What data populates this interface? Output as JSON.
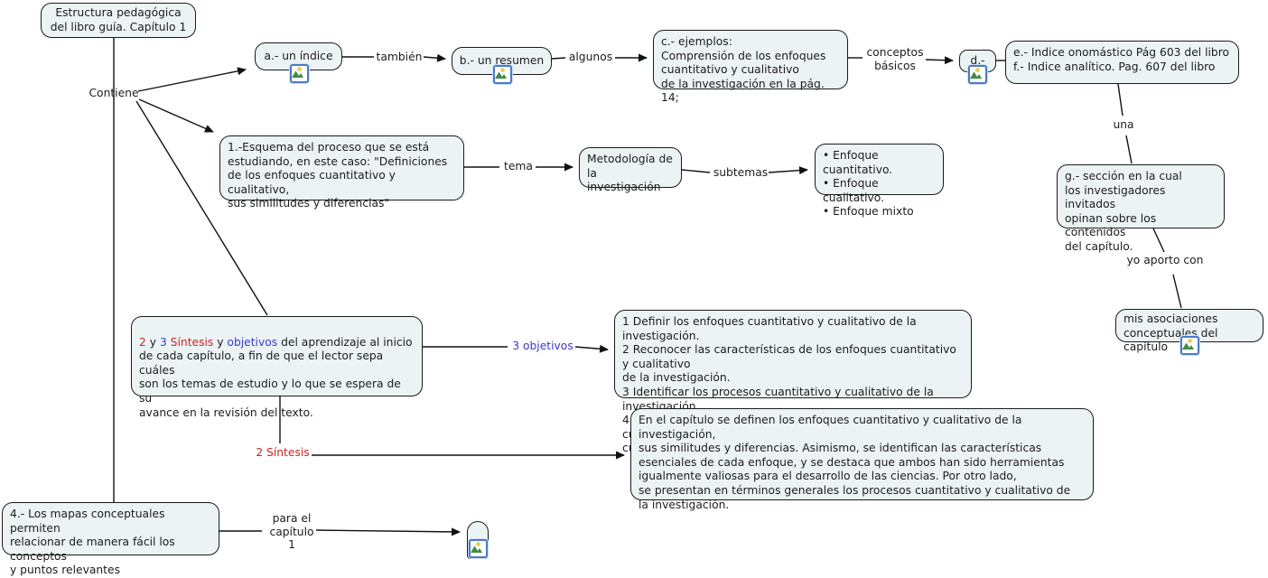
{
  "title": "Estructura pedagógica del libro guía. Capítulo 1 — mapa conceptual",
  "colors": {
    "node_fill": "#ecf3f5",
    "node_border": "#1a1a1a",
    "line": "#111111",
    "red": "#cc2626",
    "blue": "#3a3acc",
    "icon_border": "#4a79c9"
  },
  "nodes": {
    "root": {
      "text": "Estructura pedagógica\ndel libro guía. Capítulo 1"
    },
    "indice": {
      "text": "a.- un índice"
    },
    "resumen": {
      "text": "b.- un resumen"
    },
    "ejemplos": {
      "text": "c.- ejemplos:\nComprensión de los enfoques\ncuantitativo y cualitativo\nde la investigación en la pág. 14;"
    },
    "d_node": {
      "text": "d.-"
    },
    "indices_ef": {
      "text": "e.- Indice onomástico Pág 603 del libro\nf.- Indice analítico. Pag. 607 del libro"
    },
    "seccion_g": {
      "text": "g.- sección en la cual\nlos investigadores invitados\nopinan sobre los contenidos\ndel capítulo."
    },
    "asociaciones": {
      "text": "mis asociaciones\nconceptuales del capítulo"
    },
    "esquema": {
      "text": "1.-Esquema del proceso que se está\nestudiando, en este caso: \"Definiciones\nde los enfoques cuantitativo y cualitativo,\nsus similitudes y diferencias\""
    },
    "metodologia": {
      "text": "Metodología de la\ninvestigación"
    },
    "enfoques": {
      "text": "• Enfoque cuantitativo.\n• Enfoque cualitativo.\n• Enfoque mixto"
    },
    "sintesis_objetivos": {
      "segments": [
        {
          "text": "2",
          "color": "red"
        },
        {
          "text": " y ",
          "color": "black"
        },
        {
          "text": "3",
          "color": "blue"
        },
        {
          "text": "  Síntesis",
          "color": "red"
        },
        {
          "text": " y ",
          "color": "black"
        },
        {
          "text": "objetivos",
          "color": "blue"
        },
        {
          "text": " del aprendizaje al inicio\nde cada capítulo, a fin de que el lector sepa cuáles\nson los temas de estudio y lo que se espera de su\navance en la revisión del texto.",
          "color": "black"
        }
      ]
    },
    "objetivos_lista": {
      "text": "1 Definir los enfoques cuantitativo y cualitativo de la investigación.\n2 Reconocer las características de los enfoques cuantitativo y cualitativo\nde la investigación.\n3 Identificar los procesos cuantitativo y cualitativo de la investigación.\n4 Determinar las similitudes y diferencias entre los enfoques cuantitativo y\ncualitativo de la investigación."
    },
    "sintesis_texto": {
      "text": "En el capítulo se definen los enfoques cuantitativo y cualitativo de la investigación,\nsus similitudes y diferencias. Asimismo, se identifican las características\nesenciales de cada enfoque, y se destaca que ambos han sido herramientas\nigualmente valiosas para el desarrollo de las ciencias. Por otro lado,\nse presentan en términos generales los procesos cuantitativo y cualitativo de\nla investigación."
    },
    "mapas": {
      "text": "4.- Los mapas conceptuales permiten\nrelacionar de manera fácil los conceptos\ny puntos relevantes"
    }
  },
  "links": {
    "contiene": "Contiene",
    "tambien": "también",
    "algunos": "algunos",
    "conceptos_basicos": "conceptos\nbásicos",
    "una": "una",
    "yo_aporto": "yo aporto con",
    "tema": "tema",
    "subtemas": "subtemas",
    "tres_objetivos": "3 objetivos",
    "dos_sintesis": "2 Síntesis",
    "para_el": "para el\ncapítulo 1"
  },
  "icons": [
    "image-resource-icon"
  ]
}
